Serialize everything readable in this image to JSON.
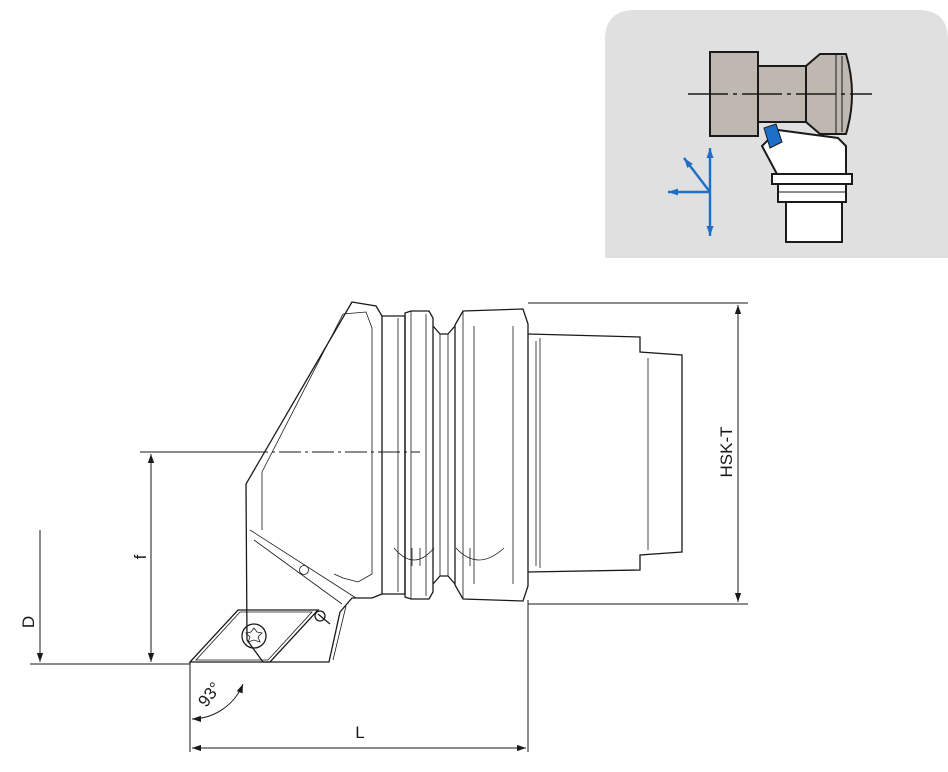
{
  "dimensions": {
    "d": "D",
    "f": "f",
    "l": "L",
    "hsk": "HSK-T",
    "angle": "93°"
  },
  "colors": {
    "panel": "#e0e0e0",
    "spindle": "#bfb8b0",
    "insert": "#1e6fc8",
    "axes": "#1e6fc8",
    "line": "#1a1a1a"
  }
}
